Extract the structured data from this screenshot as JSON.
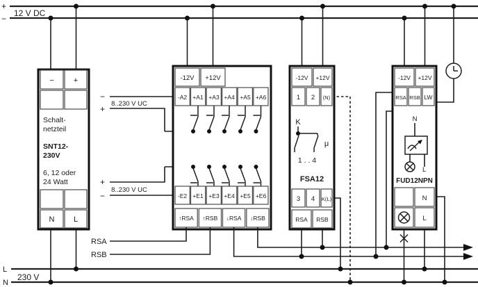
{
  "colors": {
    "wire": "#1f1f1f",
    "background": "#ffffff"
  },
  "top_bus": {
    "plus": "+",
    "minus": "−",
    "label": "12 V DC"
  },
  "bottom_bus": {
    "l": "L",
    "n": "N",
    "label": "230 V"
  },
  "psu": {
    "terminal_minus": "−",
    "terminal_plus": "+",
    "name": [
      "Schalt-",
      "netzteil"
    ],
    "model": [
      "SNT12-",
      "230V"
    ],
    "rating": [
      "6, 12 oder",
      "24 Watt"
    ],
    "terminal_n": "N",
    "terminal_l": "L"
  },
  "input_module": {
    "terminals_power": [
      "-12V",
      "+12V"
    ],
    "terminals_a": [
      "-A2",
      "+A1",
      "+A3",
      "+A4",
      "+A5",
      "+A6"
    ],
    "terminals_e": [
      "-E2",
      "+E1",
      "+E3",
      "+E4",
      "+E5",
      "+E6"
    ],
    "terminals_bus": [
      "↑RSA",
      "↑RSB",
      "↓RSA",
      "↓RSB"
    ],
    "supply_top": {
      "minus": "−",
      "plus": "+",
      "range": "8..230 V UC"
    },
    "supply_bottom": {
      "plus": "+",
      "minus": "−",
      "range": "8..230 V UC"
    }
  },
  "fsa12": {
    "terminals_power": [
      "-12V",
      "+12V"
    ],
    "terminals_in": [
      "1",
      "2",
      "(N)"
    ],
    "contact_k": "K",
    "mu": "μ",
    "contact_range": "1 . . 4",
    "model": "FSA12",
    "terminals_out": [
      "3",
      "4",
      "K(L)"
    ],
    "terminals_bus": [
      "RSA",
      "RSB"
    ]
  },
  "fud12npn": {
    "terminals_power": [
      "-12V",
      "+12V"
    ],
    "terminals_bus": [
      "RSA",
      "RSB",
      "LW"
    ],
    "n_internal": "N",
    "l_internal": "L",
    "model": "FUD12NPN",
    "terminal_n": "N",
    "terminal_l": "L"
  },
  "bus_out_labels": {
    "rsa": "RSA",
    "rsb": "RSB"
  }
}
